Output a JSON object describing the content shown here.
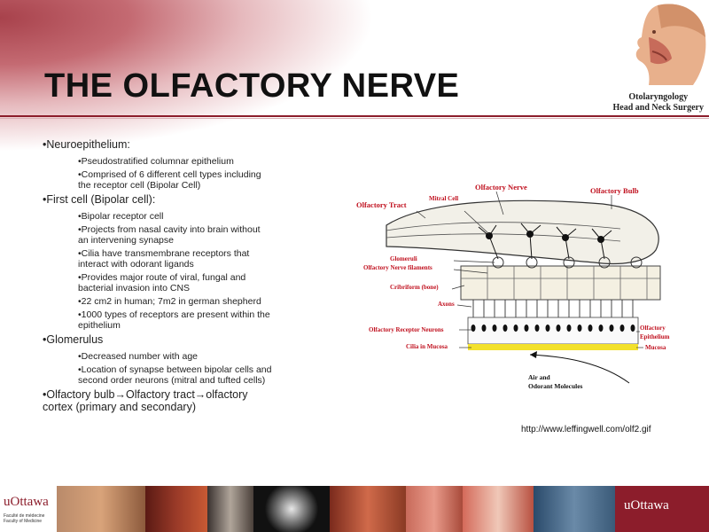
{
  "slide": {
    "title": "THE OLFACTORY NERVE",
    "department": [
      "Otolaryngology",
      "Head and Neck Surgery"
    ]
  },
  "bullets": [
    {
      "level": 1,
      "text": "•Neuroepithelium:"
    },
    {
      "level": 2,
      "text": "•Pseudostratified columnar epithelium"
    },
    {
      "level": 2,
      "text": "•Comprised of 6 different cell types including the receptor cell (Bipolar Cell)"
    },
    {
      "level": 1,
      "text": "•First cell (Bipolar cell):"
    },
    {
      "level": 2,
      "text": "•Bipolar receptor cell"
    },
    {
      "level": 2,
      "text": "•Projects from nasal cavity into brain without an intervening synapse"
    },
    {
      "level": 2,
      "text": "•Cilia have transmembrane receptors that interact with odorant ligands"
    },
    {
      "level": 2,
      "text": "•Provides major route of viral, fungal and bacterial invasion into CNS"
    },
    {
      "level": 2,
      "text": "•22 cm2 in human; 7m2 in german shepherd"
    },
    {
      "level": 2,
      "text": "•1000 types of receptors are present within the epithelium"
    },
    {
      "level": 1,
      "text": "•Glomerulus"
    },
    {
      "level": 2,
      "text": "•Decreased number with age"
    },
    {
      "level": 2,
      "text": "•Location of synapse between bipolar cells and second order neurons (mitral and tufted cells)"
    },
    {
      "level": 1,
      "text": "•Olfactory bulb→Olfactory tract→olfactory cortex (primary and secondary)"
    }
  ],
  "diagram": {
    "labels": {
      "olfactory_nerve": "Olfactory Nerve",
      "olfactory_bulb": "Olfactory Bulb",
      "mitral_cell": "Mitral Cell",
      "olfactory_tract": "Olfactory Tract",
      "glomeruli": "Glomeruli",
      "olfactory_nerve_filaments": "Olfactory Nerve filaments",
      "cribriform": "Cribriform (bone)",
      "axons": "Axons",
      "olfactory_receptor_neurons": "Olfactory Receptor Neurons",
      "cilia_in_mucosa": "Cilia in Mucosa",
      "olfactory_epithelium": [
        "Olfactory",
        "Epithelium"
      ],
      "mucosa": "Mucosa",
      "air_odorant": [
        "Air and",
        "Odorant Molecules"
      ]
    },
    "credit": "http://www.leffingwell.com/olf2.gif"
  },
  "footer": {
    "logo_left": "uOttawa",
    "faculty": [
      "Faculté de médecine",
      "Faculty of Medicine"
    ],
    "logo_right": "uOttawa"
  },
  "colors": {
    "accent": "#8c1d2b",
    "diagram_label": "#c0101e"
  }
}
